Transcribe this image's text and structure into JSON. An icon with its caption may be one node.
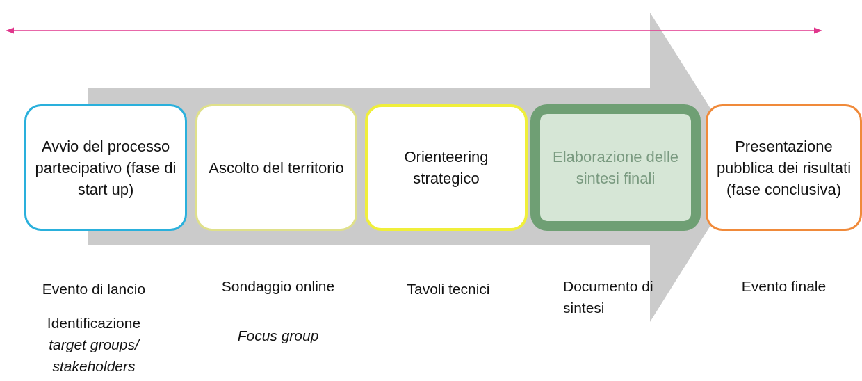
{
  "diagram": {
    "nodes": [
      {
        "text": [
          "Avvio del processo partecipativo (fase di start up)"
        ],
        "beside": [
          "Evento di lancio",
          "Identificazione *target groups/ stakeholders*"
        ]
      },
      {
        "text": [
          "Ascolto del territorio"
        ],
        "beside": [
          "Sondaggio online",
          "Focus group"
        ]
      },
      {
        "text": [
          "Orienteering strategico"
        ],
        "beside": [
          "Tavoli tecnici"
        ]
      },
      {
        "text": [
          "Elaborazione delle sintesi finali"
        ],
        "beside": [
          "Documento di sintesi"
        ]
      },
      {
        "text": [
          "Presentazione pubblica dei risultati (fase conclusiva)"
        ],
        "beside": [
          "Evento finale"
        ]
      }
    ],
    "edges": []
  }
}
